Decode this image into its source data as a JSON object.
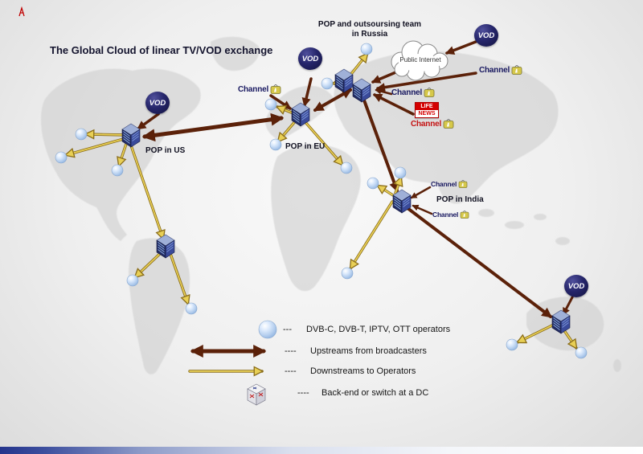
{
  "title": "The Global Cloud of linear TV/VOD exchange",
  "nodes": {
    "russia_line1": "POP and outsoursing team",
    "russia_line2": "in Russia",
    "public_internet": "Public Internet",
    "pop_us": "POP in US",
    "pop_eu": "POP in EU",
    "pop_india": "POP in India"
  },
  "logos": {
    "vod": "VOD",
    "channel": "Channel",
    "life_line1": "LIFE",
    "life_line2": "NEWS"
  },
  "legend": {
    "operators_dashes": "---",
    "operators_label": "DVB-C, DVB-T, IPTV, OTT operators",
    "upstreams_dashes": "----",
    "upstreams_label": "Upstreams from broadcasters",
    "downstreams_dashes": "----",
    "downstreams_label": "Downstreams to Operators",
    "backend_dashes": "----",
    "backend_label": "Back-end or switch at a DC"
  },
  "icons": {
    "vod_badge": "vod-sphere-badge",
    "channel_tv": "channel-one-tv-icon",
    "operator_sphere": "blue-sphere",
    "backend_cube": "dc-switch-cube",
    "upstream_arrow": "dark-red-arrow",
    "downstream_arrow": "gold-arrow"
  },
  "colors": {
    "upstream_arrow": "#5b2109",
    "downstream_arrow_fill": "#e8cf55",
    "downstream_arrow_edge": "#8a6d1a",
    "sphere": "#b7d0ef",
    "vod_badge": "#15154a",
    "channel_text": "#181860",
    "channel_red": "#c41212",
    "life_news": "#d40000"
  }
}
